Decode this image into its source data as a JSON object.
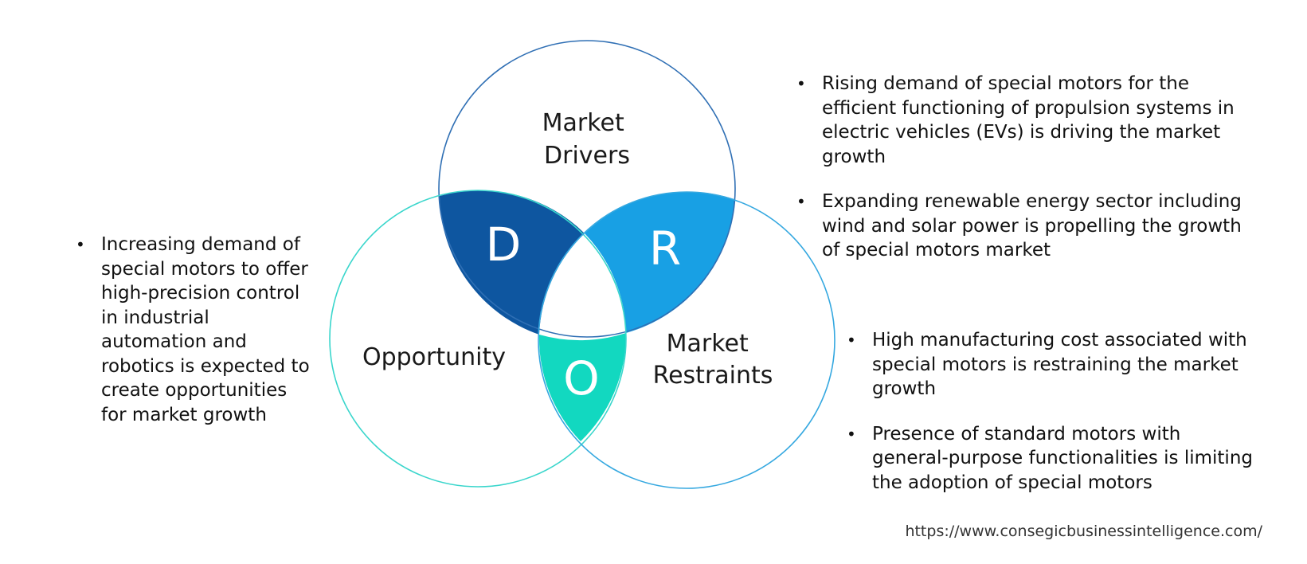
{
  "diagram": {
    "circles": {
      "drivers": {
        "label_lines": [
          "Market",
          "Drivers"
        ],
        "stroke": "#2f6fb4"
      },
      "opportunity": {
        "label_lines": [
          "Opportunity"
        ],
        "stroke": "#3ad6cc"
      },
      "restraints": {
        "label_lines": [
          "Market",
          "Restraints"
        ],
        "stroke": "#35a8e0"
      }
    },
    "regions": {
      "d": {
        "letter": "D",
        "fill": "#0e56a0"
      },
      "r": {
        "letter": "R",
        "fill": "#18a0e4"
      },
      "o": {
        "letter": "O",
        "fill": "#12d8c0"
      }
    }
  },
  "drivers": {
    "bullets": [
      "Rising demand of special motors for the efficient functioning of propulsion systems in electric vehicles (EVs) is driving the market growth",
      "Expanding renewable energy sector including wind and solar power is propelling the growth of special motors market"
    ]
  },
  "opportunity": {
    "bullets": [
      "Increasing demand of special motors to offer high-precision control in industrial automation and robotics is expected to create opportunities for market growth"
    ]
  },
  "restraints": {
    "bullets": [
      "High manufacturing cost associated with special motors is restraining the market growth",
      "Presence of standard motors with general-purpose functionalities is limiting the adoption of special motors"
    ]
  },
  "source": {
    "url": "https://www.consegicbusinessintelligence.com/"
  }
}
